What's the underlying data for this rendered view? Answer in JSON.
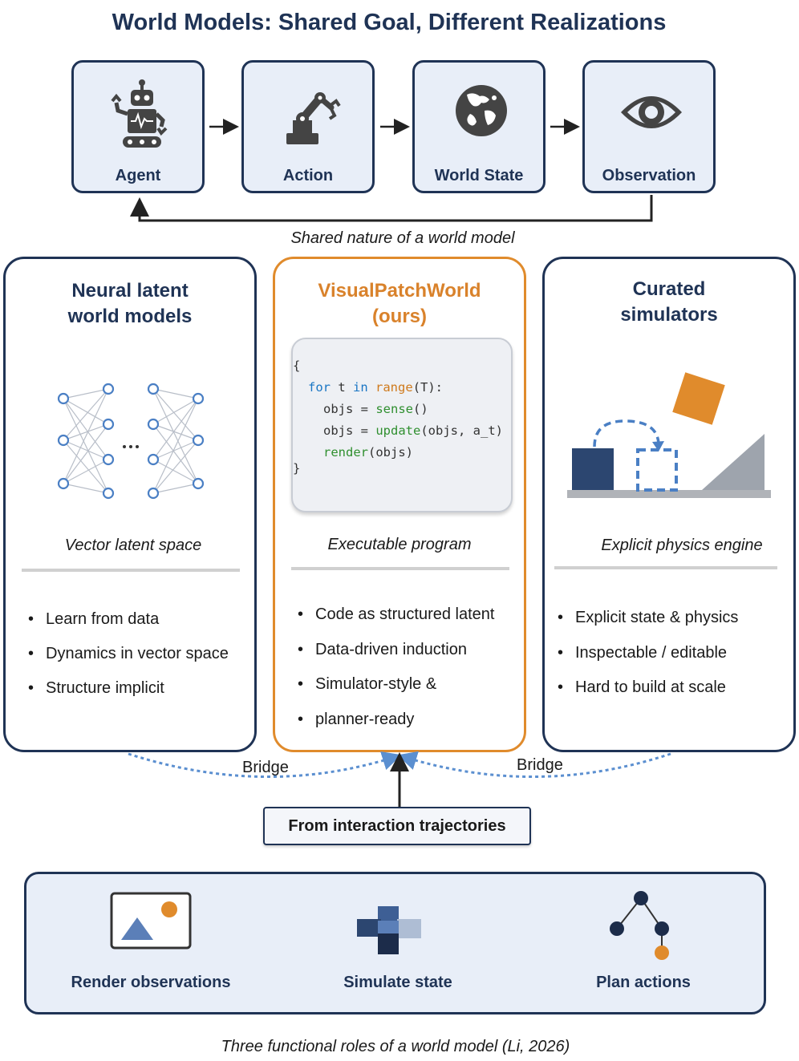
{
  "title": "World Models: Shared Goal, Different Realizations",
  "loop": {
    "items": [
      {
        "label": "Agent",
        "icon": "robot-icon"
      },
      {
        "label": "Action",
        "icon": "robot-arm-icon"
      },
      {
        "label": "World State",
        "icon": "globe-icon"
      },
      {
        "label": "Observation",
        "icon": "eye-icon"
      }
    ],
    "caption": "Shared nature of a world model"
  },
  "panels": {
    "neural": {
      "title_line1": "Neural latent",
      "title_line2": "world models",
      "caption": "Vector latent space",
      "bullets": [
        "Learn from data",
        "Dynamics in vector space",
        "Structure implicit"
      ]
    },
    "ours": {
      "title_line1": "VisualPatchWorld",
      "title_line2": "(ours)",
      "code": {
        "open": "{",
        "for_kw": "for",
        "loop_var": " t ",
        "in_kw": "in",
        "range_fn": "range",
        "range_arg": "(T):",
        "objs1": "objs = ",
        "sense_fn": "sense",
        "sense_arg": "()",
        "objs2": "objs = ",
        "update_fn": "update",
        "update_arg": "(objs, a_t)",
        "render_fn": "render",
        "render_arg": "(objs)",
        "close": "}"
      },
      "caption": "Executable program",
      "bullets": [
        "Code as structured latent",
        "Data-driven induction",
        "Simulator-style &",
        "planner-ready"
      ]
    },
    "sim": {
      "title_line1": "Curated",
      "title_line2": "simulators",
      "caption": "Explicit physics engine",
      "bullets": [
        "Explicit state & physics",
        "Inspectable / editable",
        "Hard to build at scale"
      ]
    }
  },
  "bridge_left": "Bridge",
  "bridge_right": "Bridge",
  "from_label": "From interaction trajectories",
  "roles": {
    "items": [
      {
        "label": "Render observations",
        "icon": "image-icon"
      },
      {
        "label": "Simulate state",
        "icon": "blocks-icon"
      },
      {
        "label": "Plan actions",
        "icon": "tree-icon"
      }
    ],
    "caption": "Three functional roles of a world model (Li, 2026)"
  },
  "colors": {
    "navy": "#1f3355",
    "orange": "#e08b2c",
    "light_blue": "#e8eef8",
    "dotted_blue": "#5b8fd0"
  }
}
